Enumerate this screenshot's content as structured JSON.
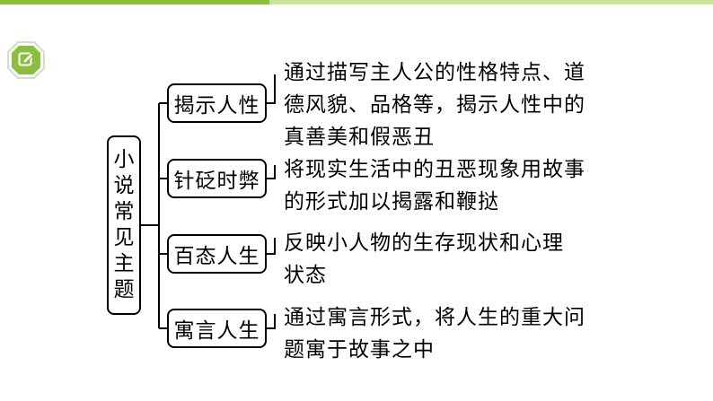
{
  "root": {
    "chars": [
      "小",
      "说",
      "常",
      "见",
      "主",
      "题"
    ]
  },
  "themes": [
    {
      "label": "揭示人性",
      "lines": [
        "通过描写主人公的性格特点、道",
        "德风貌、品格等，揭示人性中的",
        "真善美和假恶丑"
      ]
    },
    {
      "label": "针砭时弊",
      "lines": [
        "将现实生活中的丑恶现象用故事",
        "的形式加以揭露和鞭挞"
      ]
    },
    {
      "label": "百态人生",
      "lines": [
        "反映小人物的生存现状和心理",
        "状态"
      ]
    },
    {
      "label": "寓言人生",
      "lines": [
        "通过寓言形式，将人生的重大问",
        "题寓于故事之中"
      ]
    }
  ],
  "colors": {
    "badge": "#8bbd3e",
    "badge_border": "#d3dfc2",
    "accent_bar": "#8fbf3a"
  },
  "icons": {
    "badge": "edit-icon"
  }
}
